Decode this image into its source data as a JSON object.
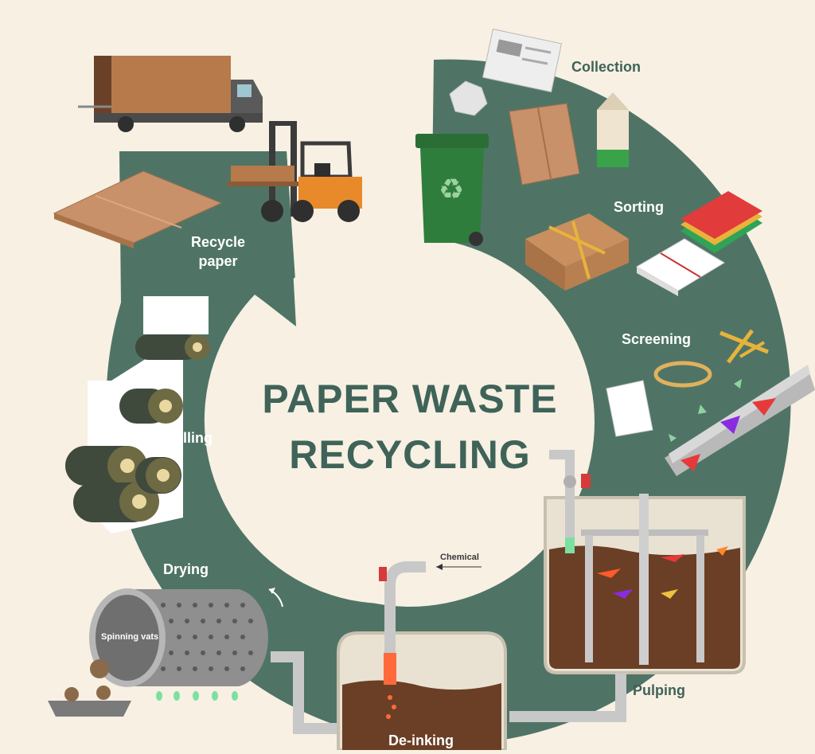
{
  "title": {
    "line1": "PAPER WASTE",
    "line2": "RECYCLING"
  },
  "steps": {
    "collection": "Collection",
    "sorting": "Sorting",
    "screening": "Screening",
    "pulping": "Pulping",
    "deinking": "De-inking",
    "drying": "Drying",
    "rolling": "Rolling",
    "recycle_line1": "Recycle",
    "recycle_line2": "paper"
  },
  "annotations": {
    "chemical": "Chemical",
    "spinning_vats": "Spinning vats"
  },
  "colors": {
    "background": "#f7f0e3",
    "ring": "#4f7466",
    "title": "#3f6358",
    "cardboard": "#c08656",
    "bin": "#2f7d3c",
    "pulp": "#6a3f25"
  },
  "icons": [
    "newspaper-icon",
    "crumpled-paper-icon",
    "cardboard-sheet-icon",
    "milk-carton-icon",
    "recycle-bin-icon",
    "cardboard-bundle-icon",
    "paper-bundle-icon",
    "color-paper-stack-icon",
    "rubber-band-icon",
    "staples-icon",
    "paper-sheet-icon",
    "conveyor-chute-icon",
    "pulping-tank-icon",
    "deinking-tank-icon",
    "drying-drum-icon",
    "paper-rolls-icon",
    "delivery-truck-icon",
    "forklift-icon",
    "flat-cardboard-icon"
  ]
}
